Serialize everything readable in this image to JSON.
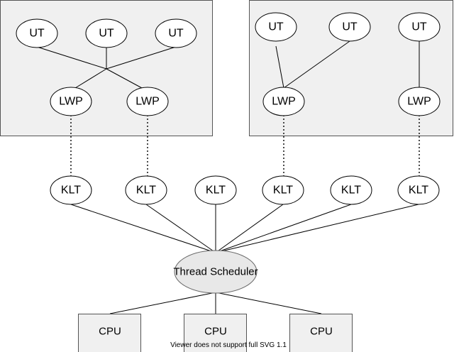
{
  "diagram": {
    "process_group_left": {
      "user_threads": [
        "UT",
        "UT",
        "UT"
      ],
      "lwps": [
        "LWP",
        "LWP"
      ]
    },
    "process_group_right": {
      "user_threads": [
        "UT",
        "UT",
        "UT"
      ],
      "lwps": [
        "LWP",
        "LWP"
      ]
    },
    "klts": [
      "KLT",
      "KLT",
      "KLT",
      "KLT",
      "KLT",
      "KLT"
    ],
    "scheduler": "Thread Scheduler",
    "cpus": [
      "CPU",
      "CPU",
      "CPU"
    ],
    "footer": "Viewer does not support full SVG 1.1",
    "colors": {
      "box_fill": "#f0f0f0",
      "box_stroke": "#555555",
      "node_fill": "#ffffff",
      "scheduler_fill": "#e8e8e8",
      "line": "#000000"
    }
  }
}
